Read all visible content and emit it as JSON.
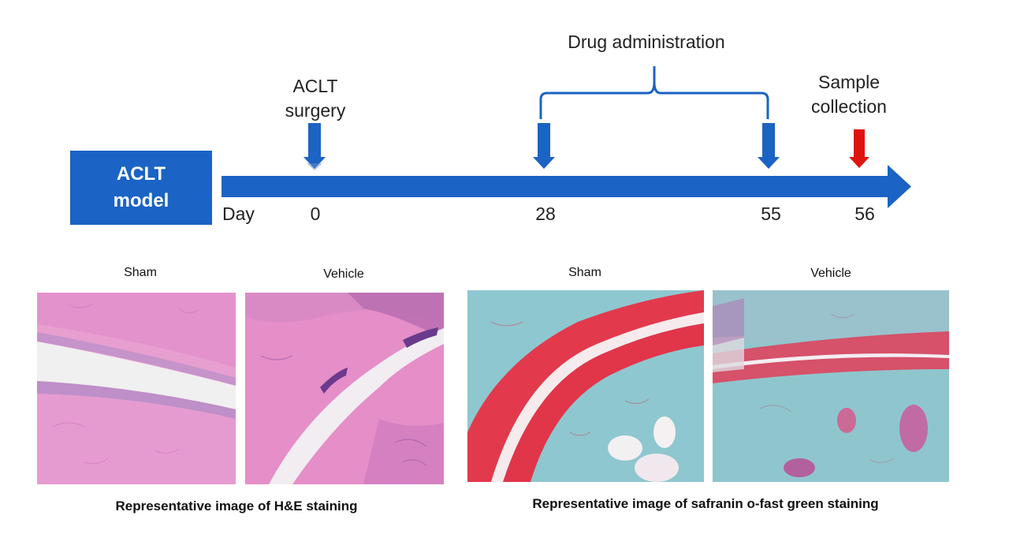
{
  "model": {
    "line1": "ACLT",
    "line2": "model"
  },
  "timeline": {
    "day_label": "Day",
    "days": [
      "0",
      "28",
      "55",
      "56"
    ],
    "colors": {
      "axis": "#1b63c5",
      "event_arrow": "#1b63c5",
      "sample_arrow": "#e0140f"
    }
  },
  "events": {
    "surgery_line1": "ACLT",
    "surgery_line2": "surgery",
    "drug": "Drug administration",
    "sample_line1": "Sample",
    "sample_line2": "collection"
  },
  "panels": {
    "he_sham": "Sham",
    "he_vehicle": "Vehicle",
    "sf_sham": "Sham",
    "sf_vehicle": "Vehicle"
  },
  "captions": {
    "he": "Representative image of H&E staining",
    "safranin": "Representative image of safranin o-fast green staining"
  }
}
